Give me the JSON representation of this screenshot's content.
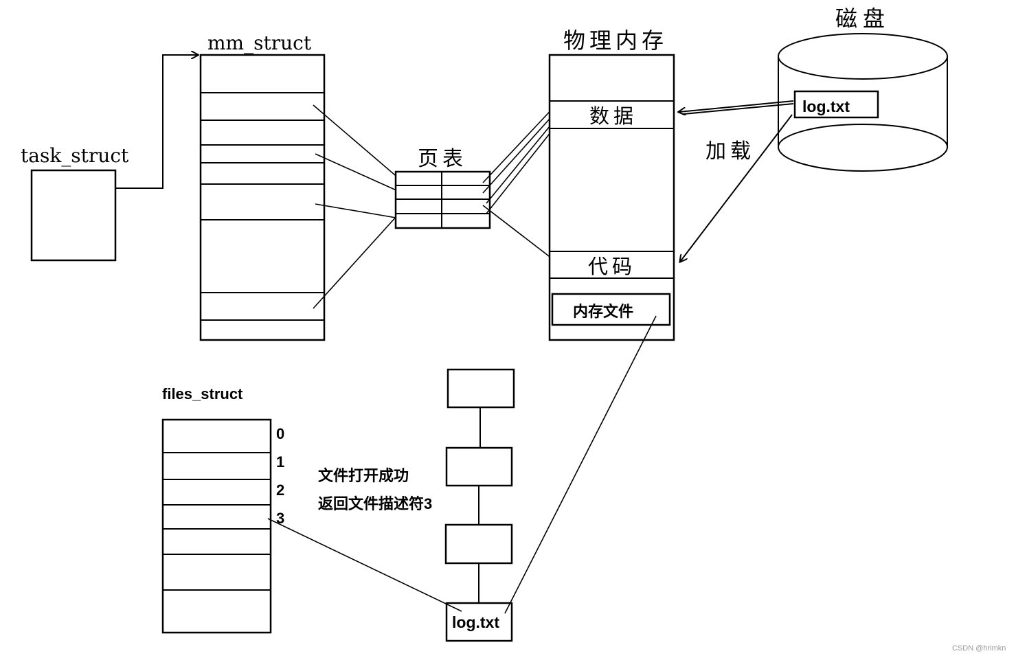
{
  "labels": {
    "task_struct": "task_struct",
    "mm_struct": "mm_struct",
    "page_table": "页表",
    "physical_memory": "物理内存",
    "disk": "磁盘",
    "data": "数据",
    "code": "代码",
    "memory_file": "内存文件",
    "load": "加载",
    "disk_file": "log.txt",
    "files_struct": "files_struct",
    "open_success": "文件打开成功",
    "return_fd": "返回文件描述符3",
    "file_node": "log.txt",
    "fd_indices": [
      "0",
      "1",
      "2",
      "3"
    ]
  },
  "watermark": "CSDN @hrimkn"
}
